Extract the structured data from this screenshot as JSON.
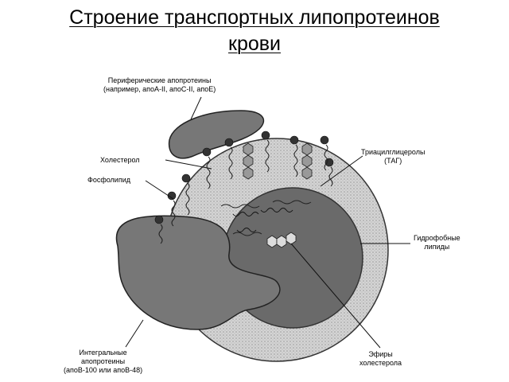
{
  "title": {
    "line1": "Строение транспортных липопротеинов",
    "line2": "крови"
  },
  "labels": {
    "peripheral": [
      "Периферические апопротеины",
      "(например, апоА-II, апоС-II, апоЕ)"
    ],
    "cholesterol": "Холестерол",
    "phospholipid": "Фосфолипид",
    "tag": [
      "Триацилглицеролы",
      "(ТАГ)"
    ],
    "hydrophobic": [
      "Гидрофобные",
      "липиды"
    ],
    "integral": [
      "Интегральные",
      "апопротеины",
      "(апоВ-100 или апоВ-48)"
    ],
    "esters": [
      "Эфиры",
      "холестерола"
    ]
  }
}
